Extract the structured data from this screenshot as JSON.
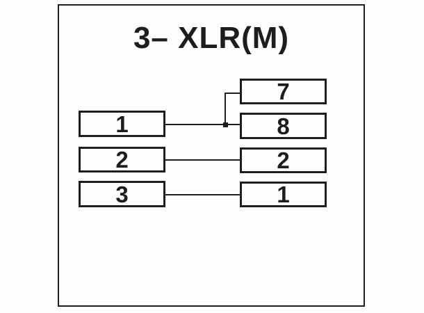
{
  "title": "3– XLR(M)",
  "colors": {
    "ink": "#1d1d1b",
    "background": "#fffefc"
  },
  "left_pins": [
    "1",
    "2",
    "3"
  ],
  "right_pins": [
    "7",
    "8",
    "2",
    "1"
  ],
  "connections": [
    {
      "from": "left-pin-1",
      "to": "right-pin-7"
    },
    {
      "from": "left-pin-1",
      "to": "right-pin-8"
    },
    {
      "from": "left-pin-2",
      "to": "right-pin-2"
    },
    {
      "from": "left-pin-3",
      "to": "right-pin-1"
    }
  ]
}
